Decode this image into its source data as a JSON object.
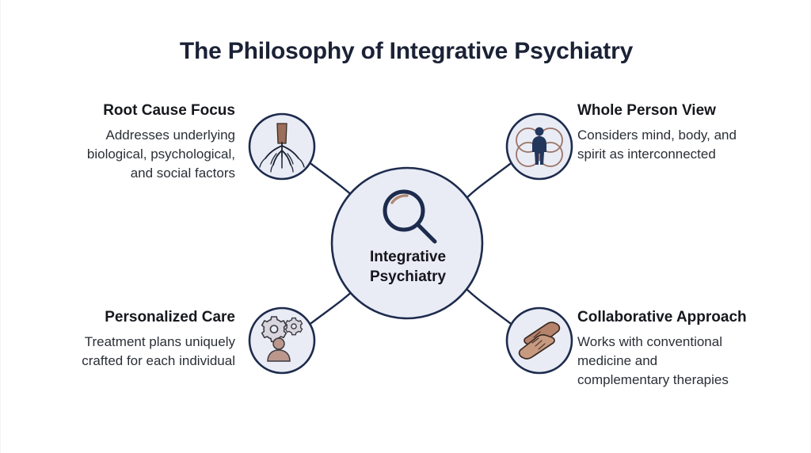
{
  "title": "The Philosophy of Integrative Psychiatry",
  "center": {
    "label_line1": "Integrative",
    "label_line2": "Psychiatry",
    "icon": "magnifying-glass-icon"
  },
  "colors": {
    "background": "#ffffff",
    "stroke_navy": "#1d2b4d",
    "circle_fill": "#e9ecf5",
    "title_text": "#1b2236",
    "body_text": "#2b2f36",
    "heading_text": "#16181d",
    "accent_brown": "#9c6f5e",
    "accent_tan": "#c49a82",
    "person_navy": "#23365c",
    "gear_gray": "#d9d6dd"
  },
  "nodes": [
    {
      "id": "root-cause-focus",
      "position": "top-left",
      "title": "Root Cause Focus",
      "desc_lines": [
        "Addresses underlying",
        "biological, psychological,",
        "and social factors"
      ],
      "icon": "tree-roots-icon"
    },
    {
      "id": "whole-person-view",
      "position": "top-right",
      "title": "Whole Person View",
      "desc_lines": [
        "Considers mind, body, and",
        "spirit as interconnected"
      ],
      "icon": "person-in-circles-icon"
    },
    {
      "id": "personalized-care",
      "position": "bottom-left",
      "title": "Personalized Care",
      "desc_lines": [
        "Treatment plans uniquely",
        "crafted for each individual"
      ],
      "icon": "gears-person-icon"
    },
    {
      "id": "collaborative-approach",
      "position": "bottom-right",
      "title": "Collaborative Approach",
      "desc_lines": [
        "Works with conventional",
        "medicine and",
        "complementary therapies"
      ],
      "icon": "clasped-hands-icon"
    }
  ]
}
